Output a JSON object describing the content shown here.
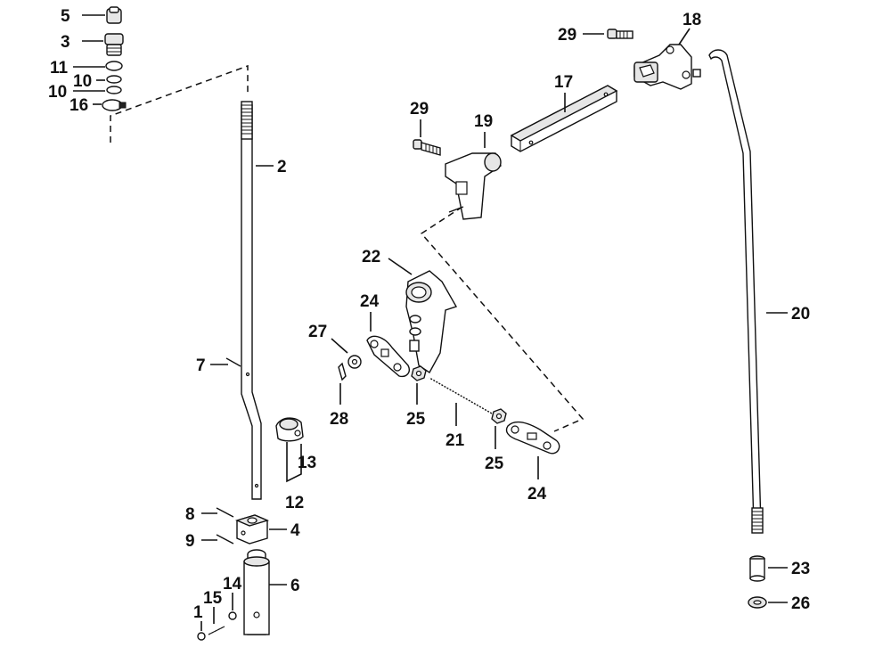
{
  "callouts": {
    "c1": "1",
    "c2": "2",
    "c3": "3",
    "c4": "4",
    "c5": "5",
    "c6": "6",
    "c7": "7",
    "c8": "8",
    "c9": "9",
    "c10a": "10",
    "c10b": "10",
    "c11": "11",
    "c12": "12",
    "c13": "13",
    "c14": "14",
    "c15": "15",
    "c16": "16",
    "c17": "17",
    "c18": "18",
    "c19": "19",
    "c20": "20",
    "c21": "21",
    "c22": "22",
    "c23": "23",
    "c24a": "24",
    "c24b": "24",
    "c25a": "25",
    "c25b": "25",
    "c26": "26",
    "c27": "27",
    "c28": "28",
    "c29a": "29",
    "c29b": "29"
  }
}
